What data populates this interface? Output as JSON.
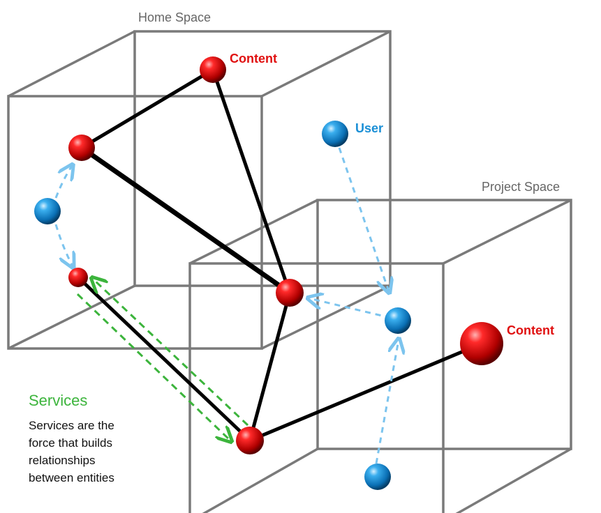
{
  "spaces": {
    "home": {
      "label": "Home Space"
    },
    "project": {
      "label": "Project Space"
    }
  },
  "nodes": {
    "content_top": {
      "label": "Content",
      "kind": "content"
    },
    "content_right": {
      "label": "Content",
      "kind": "content"
    },
    "user_top": {
      "label": "User",
      "kind": "user"
    }
  },
  "services": {
    "title": "Services",
    "description_lines": [
      "Services are the",
      "force that builds",
      "relationships",
      "between entities"
    ]
  },
  "colors": {
    "content_node": "#e01010",
    "user_node": "#1a8fd6",
    "cube_edge": "#7a7a7a",
    "relationship_line": "#000000",
    "user_link": "#7cc4ee",
    "service_link": "#3cb43c",
    "content_label": "#e01010",
    "user_label": "#1a8fd6",
    "services_title": "#3cb43c"
  }
}
